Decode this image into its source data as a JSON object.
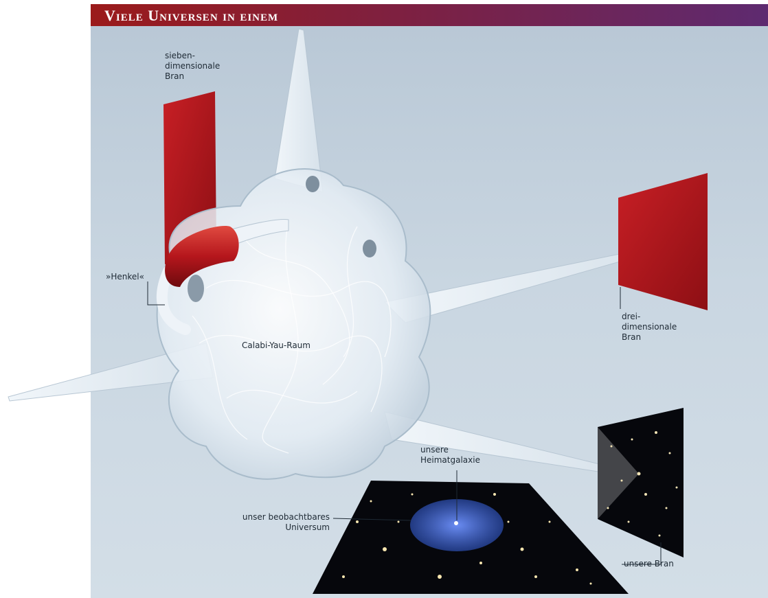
{
  "title": "Viele Universen in einem",
  "labels": {
    "seven_dim_line1": "sieben-",
    "seven_dim_line2": "dimensionale",
    "seven_dim_line3": "Bran",
    "henkel": "»Henkel«",
    "calabi_yau": "Calabi-Yau-Raum",
    "three_dim_line1": "drei-",
    "three_dim_line2": "dimensionale",
    "three_dim_line3": "Bran",
    "home_galaxy_line1": "unsere",
    "home_galaxy_line2": "Heimatgalaxie",
    "observable_line1": "unser beobachtbares",
    "observable_line2": "Universum",
    "our_brane": "unsere Bran"
  },
  "colors": {
    "brane_red": "#b5161c",
    "background": "#c4d2de",
    "space": "#06070c",
    "observable_blue": "#3e66c8"
  }
}
